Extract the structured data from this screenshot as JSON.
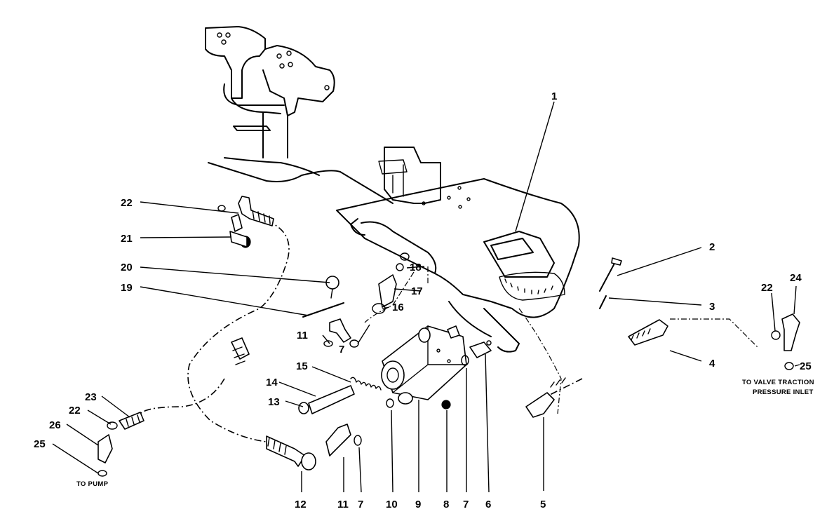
{
  "callouts": {
    "c1": "1",
    "c2": "2",
    "c3": "3",
    "c4": "4",
    "c5": "5",
    "c6": "6",
    "c7a": "7",
    "c7b": "7",
    "c7c": "7",
    "c8": "8",
    "c9": "9",
    "c10": "10",
    "c11a": "11",
    "c11b": "11",
    "c12": "12",
    "c13": "13",
    "c14": "14",
    "c15": "15",
    "c16": "16",
    "c17": "17",
    "c18": "18",
    "c19": "19",
    "c20": "20",
    "c21": "21",
    "c22a": "22",
    "c22b": "22",
    "c22c": "22",
    "c23": "23",
    "c24": "24",
    "c25a": "25",
    "c25b": "25",
    "c26": "26"
  },
  "notes": {
    "to_pump": "TO PUMP",
    "to_valve_line1": "TO VALVE TRACTION",
    "to_valve_line2": "PRESSURE INLET"
  }
}
